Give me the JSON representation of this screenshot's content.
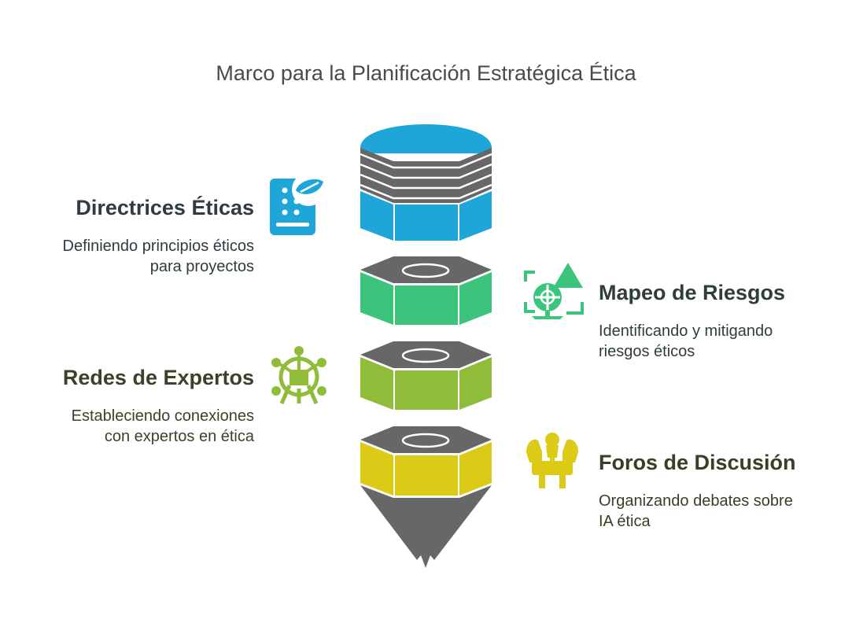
{
  "title": "Marco para la Planificación Estratégica Ética",
  "colors": {
    "blue": "#1fa6d9",
    "green": "#3cc47c",
    "lime": "#8fbd3a",
    "yellow": "#dccb16",
    "gray": "#676767",
    "ink": "#333333"
  },
  "items": [
    {
      "title": "Directrices Éticas",
      "desc": [
        "Definiendo principios éticos",
        "para proyectos"
      ],
      "icon": "guidelines-icon",
      "color": "#1fa6d9"
    },
    {
      "title": "Mapeo de Riesgos",
      "desc": [
        "Identificando y mitigando",
        "riesgos éticos"
      ],
      "icon": "risk-mapping-icon",
      "color": "#3cc47c"
    },
    {
      "title": "Redes de Expertos",
      "desc": [
        "Estableciendo conexiones",
        "con expertos en ética"
      ],
      "icon": "expert-network-icon",
      "color": "#8fbd3a"
    },
    {
      "title": "Foros de Discusión",
      "desc": [
        "Organizando debates sobre",
        "IA ética"
      ],
      "icon": "discussion-forum-icon",
      "color": "#dccb16"
    }
  ]
}
